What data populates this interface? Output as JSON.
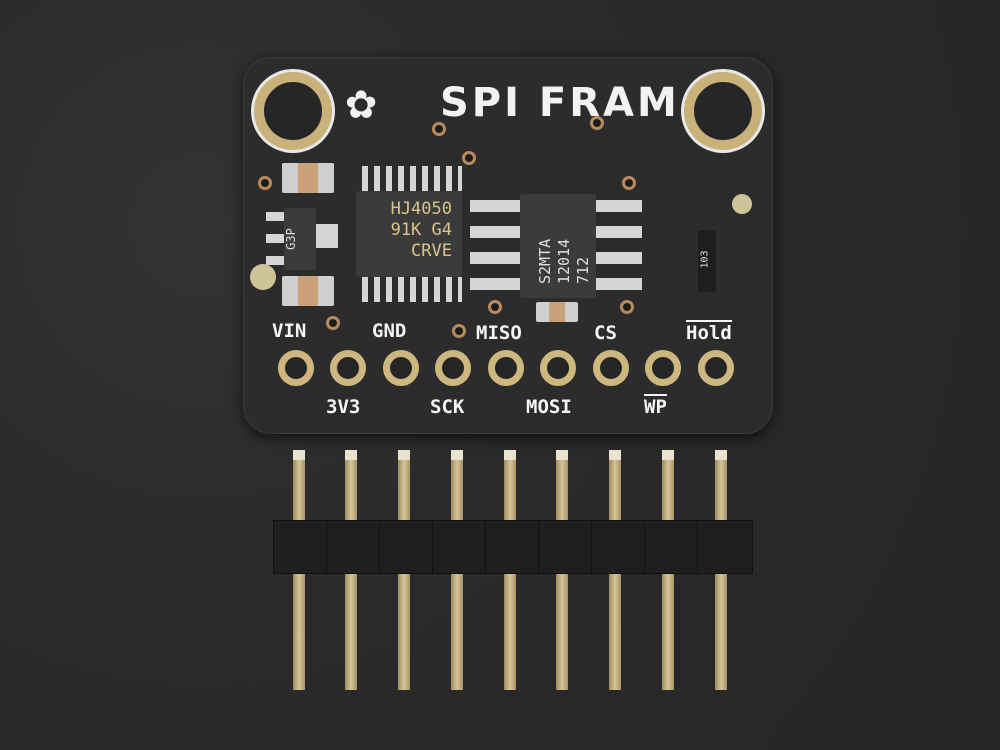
{
  "board": {
    "title": "SPI FRAM",
    "logo_icon": "flower-star-icon",
    "logo_glyph": "✿",
    "colors": {
      "pcb": "#2c2c2c",
      "gold": "#c8b27a",
      "silkscreen": "#f2f2f2",
      "background": "#2b2b2b"
    }
  },
  "chips": {
    "level_shifter": {
      "line1": "HJ4050",
      "line2": "91K G4",
      "line3": "CRVE"
    },
    "fram": {
      "line1": "S2MTA",
      "line2": "12014",
      "line3": "712"
    },
    "regulator": {
      "marking": "G3P"
    },
    "resistor_array": {
      "marking": "103"
    }
  },
  "pins_top": [
    "VIN",
    "GND",
    "MISO",
    "CS",
    "Hold"
  ],
  "pins_bottom": [
    "3V3",
    "SCK",
    "MOSI",
    "WP"
  ],
  "header": {
    "pin_count": 9
  }
}
